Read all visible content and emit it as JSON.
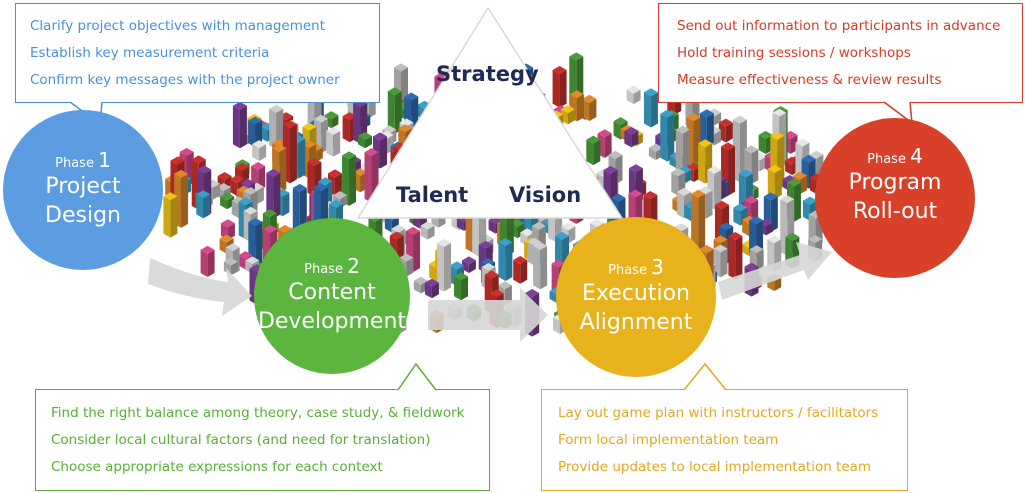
{
  "triangle": {
    "top": "Strategy",
    "left": "Talent",
    "right": "Vision"
  },
  "phases": [
    {
      "label": "Phase",
      "num": "1",
      "title1": "Project",
      "title2": "Design",
      "color": "#5b9de0"
    },
    {
      "label": "Phase",
      "num": "2",
      "title1": "Content",
      "title2": "Development",
      "color": "#5bb53e"
    },
    {
      "label": "Phase",
      "num": "3",
      "title1": "Execution",
      "title2": "Alignment",
      "color": "#e7b21c"
    },
    {
      "label": "Phase",
      "num": "4",
      "title1": "Program",
      "title2": "Roll-out",
      "color": "#d9402a"
    }
  ],
  "callouts": {
    "design": {
      "color": "#4a90d9",
      "items": [
        "Clarify project objectives with management",
        "Establish key measurement criteria",
        "Confirm key messages with the project owner"
      ]
    },
    "rollout": {
      "color": "#d63a28",
      "items": [
        "Send out information to participants in advance",
        "Hold training sessions / workshops",
        "Measure effectiveness & review results"
      ]
    },
    "content": {
      "color": "#5aae38",
      "items": [
        "Find the right balance among theory, case study, & fieldwork",
        "Consider local cultural factors (and need for translation)",
        "Choose appropriate expressions for each context"
      ]
    },
    "execution": {
      "color": "#e2a81e",
      "items": [
        "Lay out game plan with instructors / facilitators",
        "Form local implementation team",
        "Provide updates to local implementation team"
      ]
    }
  }
}
